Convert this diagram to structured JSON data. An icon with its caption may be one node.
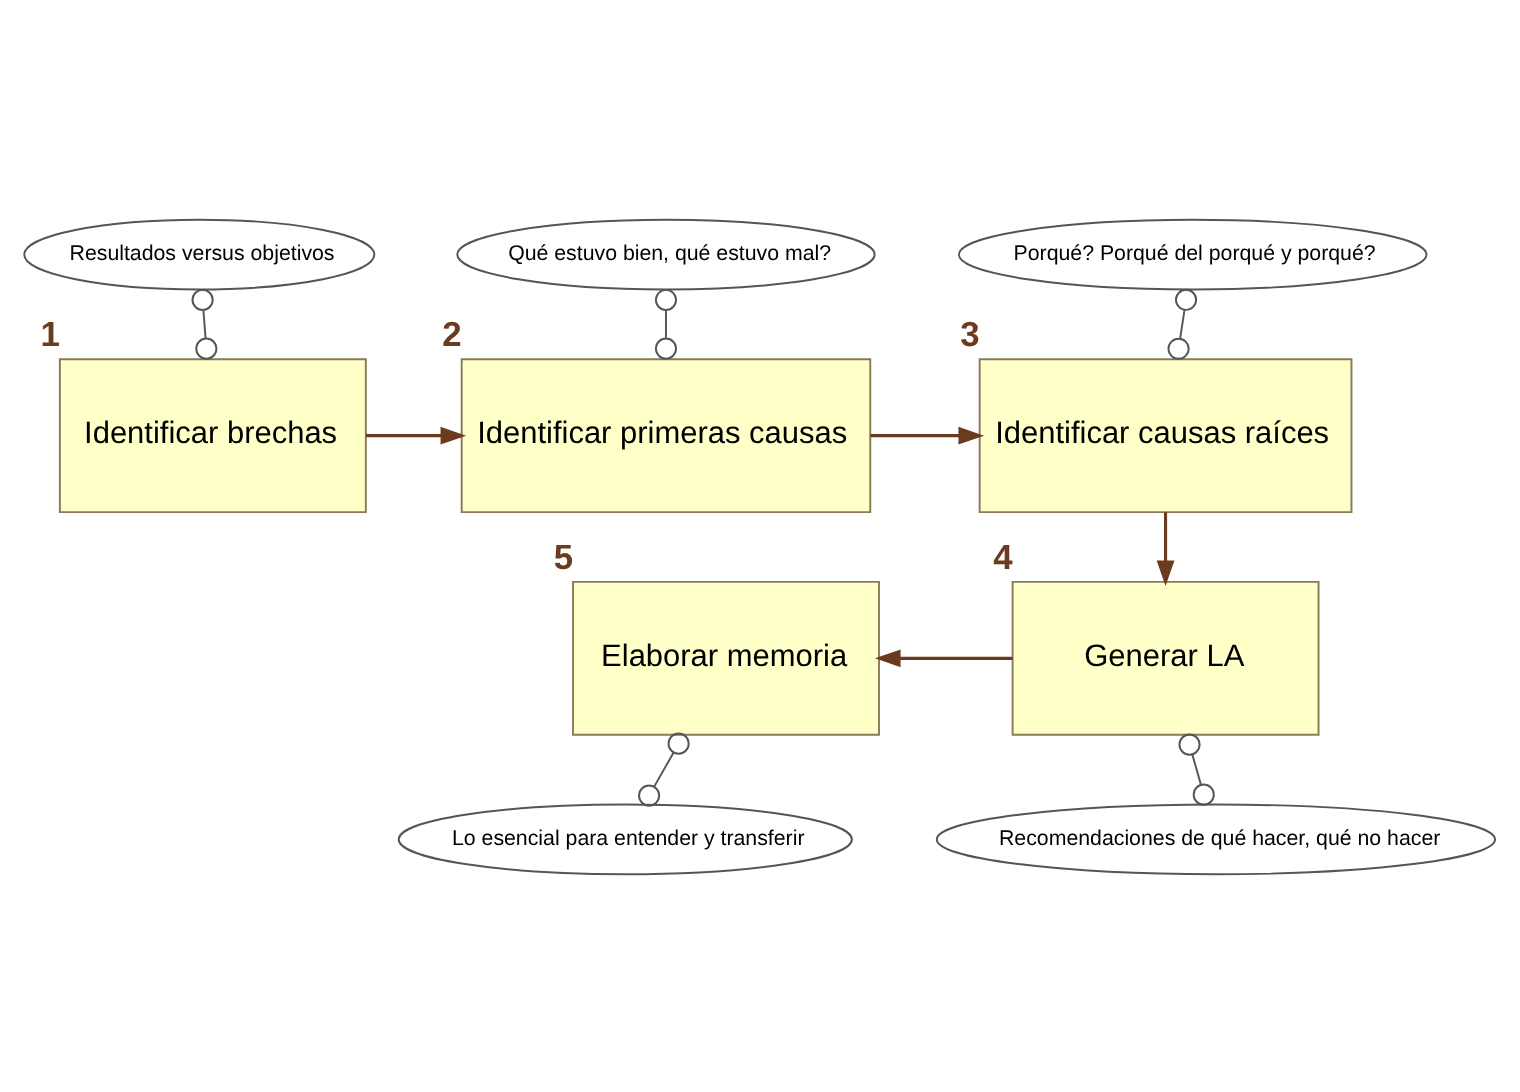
{
  "diagram": {
    "nodes": [
      {
        "text": [
          "Resultados versus objetivos"
        ]
      },
      {
        "text": [
          "Qué estuvo bien, qué estuvo mal?"
        ]
      },
      {
        "text": [
          "Porqué? Porqué del porqué y porqué?"
        ]
      },
      {
        "text": [
          "Identificar brechas"
        ],
        "beside": [
          "1"
        ]
      },
      {
        "text": [
          "Identificar primeras causas"
        ],
        "beside": [
          "2"
        ]
      },
      {
        "text": [
          "Identificar causas raíces"
        ],
        "beside": [
          "3"
        ]
      },
      {
        "text": [
          "Elaborar memoria"
        ],
        "beside": [
          "5"
        ]
      },
      {
        "text": [
          "Generar LA"
        ],
        "beside": [
          "4"
        ]
      },
      {
        "text": [
          "Lo esencial para entender y transferir"
        ]
      },
      {
        "text": [
          "Recomendaciones de qué hacer, qué no hacer"
        ]
      }
    ],
    "edges": [
      {
        "from": 3,
        "to": 4,
        "arrow": "to"
      },
      {
        "from": 4,
        "to": 5,
        "arrow": "to"
      },
      {
        "from": 5,
        "to": 7,
        "arrow": "to"
      },
      {
        "from": 7,
        "to": 6,
        "arrow": "to"
      },
      {
        "from": 0,
        "to": 3,
        "arrow": "other"
      },
      {
        "from": 1,
        "to": 4,
        "arrow": "other"
      },
      {
        "from": 2,
        "to": 5,
        "arrow": "other"
      },
      {
        "from": 6,
        "to": 8,
        "arrow": "other"
      },
      {
        "from": 7,
        "to": 9,
        "arrow": "other"
      }
    ]
  }
}
